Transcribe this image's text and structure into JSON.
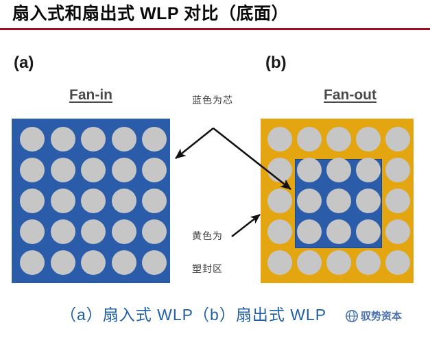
{
  "slide": {
    "title": "扇入式和扇出式 WLP 对比（底面）",
    "title_rule_color": "#a50a1e",
    "caption": "（a）扇入式 WLP（b）扇出式 WLP"
  },
  "panels": [
    {
      "tag": "(a)",
      "heading": "Fan-in",
      "substrate_color": "#2a5caa",
      "ball_color": "#c6c6c6",
      "ball_rows": 5,
      "ball_cols": 5,
      "has_inner_die": false
    },
    {
      "tag": "(b)",
      "heading": "Fan-out",
      "substrate_color": "#e3a611",
      "ball_color": "#c6c6c6",
      "ball_rows": 5,
      "ball_cols": 5,
      "has_inner_die": true,
      "inner_die_color": "#2a5caa",
      "inner_die_rows": 3,
      "inner_die_cols": 3
    }
  ],
  "callouts": [
    {
      "text": "蓝色为芯",
      "points_to": [
        "fan-in-substrate",
        "fan-out-inner-die"
      ]
    },
    {
      "text": "黄色为",
      "points_to": [
        "fan-out-substrate"
      ]
    },
    {
      "text": "塑封区",
      "points_to": []
    }
  ],
  "watermark": {
    "text": "驭势资本",
    "icon": "globe-logo-icon",
    "color": "#2f5fa6"
  }
}
